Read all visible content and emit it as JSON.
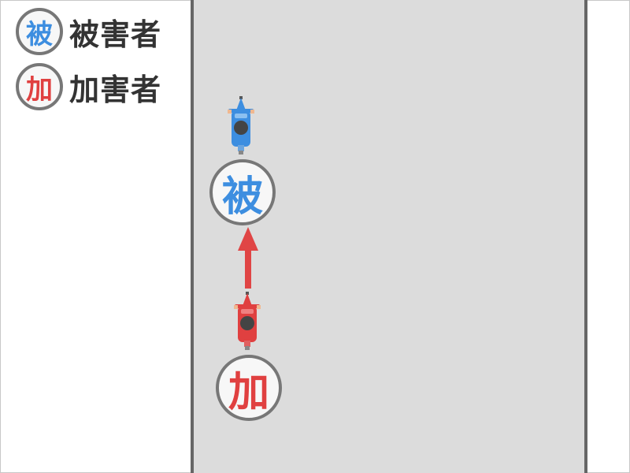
{
  "legend": {
    "victim": {
      "badge": "被",
      "label": "被害者",
      "color": "#3d8ee0"
    },
    "perpetrator": {
      "badge": "加",
      "label": "加害者",
      "color": "#e04040"
    }
  },
  "scene": {
    "victim_marker": {
      "badge": "被",
      "color": "#3d8ee0"
    },
    "perpetrator_marker": {
      "badge": "加",
      "color": "#e04040"
    },
    "arrow": {
      "direction": "up",
      "color": "#e04545"
    },
    "road": {
      "color": "#dcdcdc",
      "edge_color": "#666666"
    }
  }
}
